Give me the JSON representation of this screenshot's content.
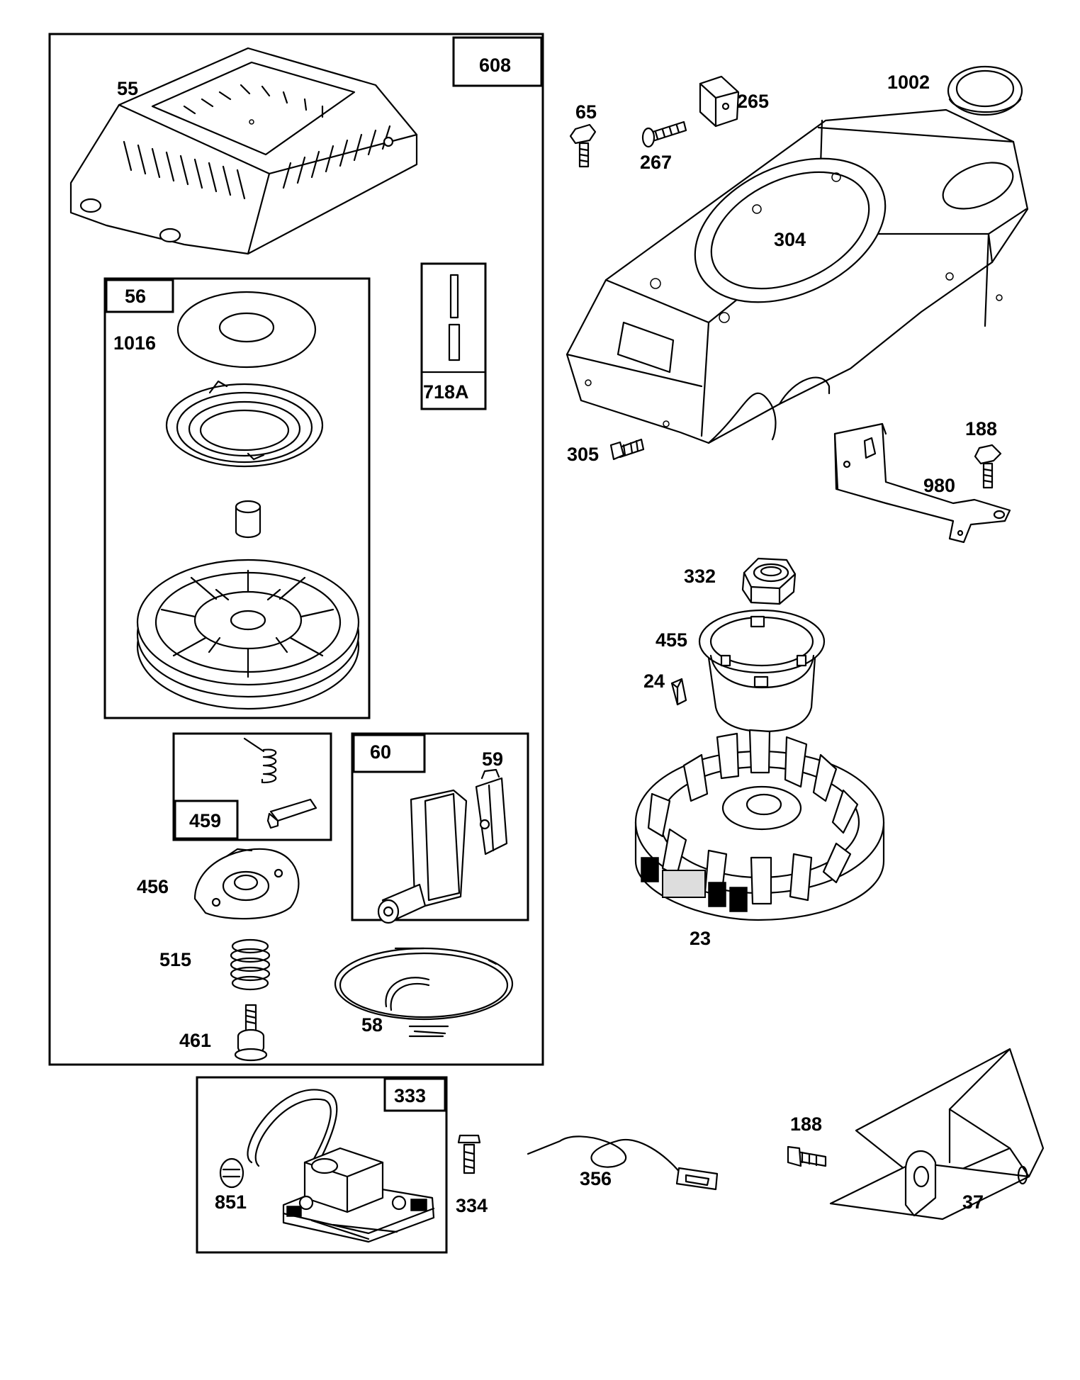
{
  "labels": {
    "l608": "608",
    "l55": "55",
    "l56": "56",
    "l1016": "1016",
    "l718A": "718A",
    "l459": "459",
    "l60": "60",
    "l59": "59",
    "l456": "456",
    "l515": "515",
    "l461": "461",
    "l58": "58",
    "l333": "333",
    "l851": "851",
    "l334": "334",
    "l356": "356",
    "l188b": "188",
    "l37": "37",
    "l65": "65",
    "l267": "267",
    "l265": "265",
    "l1002": "1002",
    "l304": "304",
    "l305": "305",
    "l188a": "188",
    "l980": "980",
    "l332": "332",
    "l455": "455",
    "l24": "24",
    "l23": "23"
  }
}
